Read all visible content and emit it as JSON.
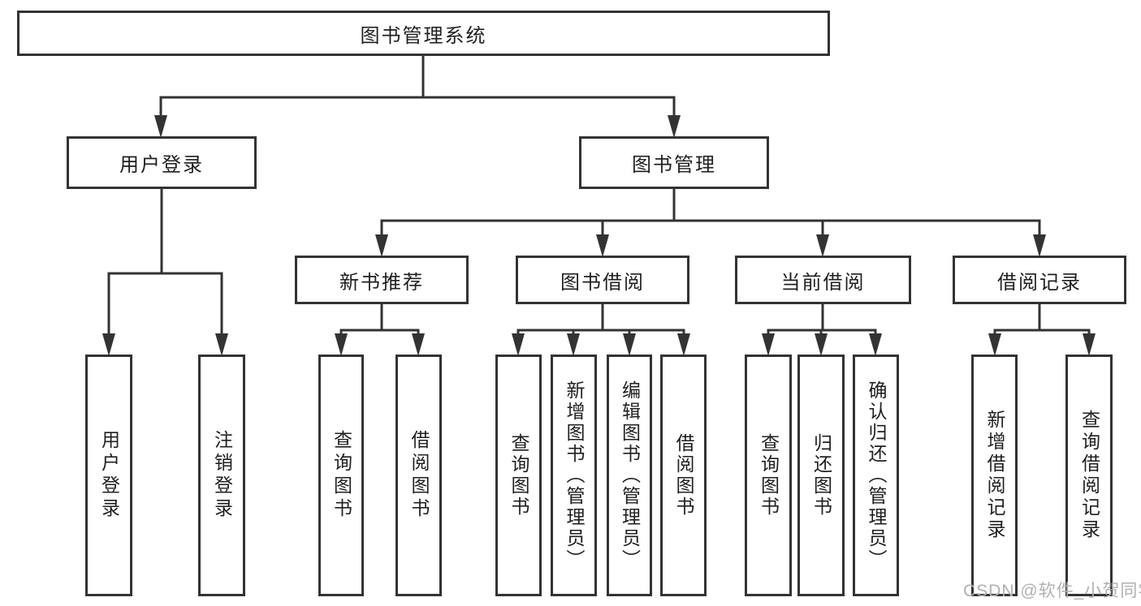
{
  "nodes": {
    "root": "图书管理系统",
    "login": "用户登录",
    "mgmt": "图书管理",
    "login_children": [
      "用户登录",
      "注销登录"
    ],
    "mgmt_children": [
      "新书推荐",
      "图书借阅",
      "当前借阅",
      "借阅记录"
    ],
    "recommend_children": [
      "查询图书",
      "借阅图书"
    ],
    "borrow_children": [
      "查询图书",
      "新增图书（管理员）",
      "编辑图书（管理员）",
      "借阅图书"
    ],
    "current_children": [
      "查询图书",
      "归还图书",
      "确认归还（管理员）"
    ],
    "record_children": [
      "新增借阅记录",
      "查询借阅记录"
    ]
  },
  "watermark": "CSDN @软件_小贺同学",
  "colors": {
    "line": "#333333",
    "text": "#1f1f1f",
    "watermark": "#b0b0b0",
    "background": "#ffffff"
  }
}
